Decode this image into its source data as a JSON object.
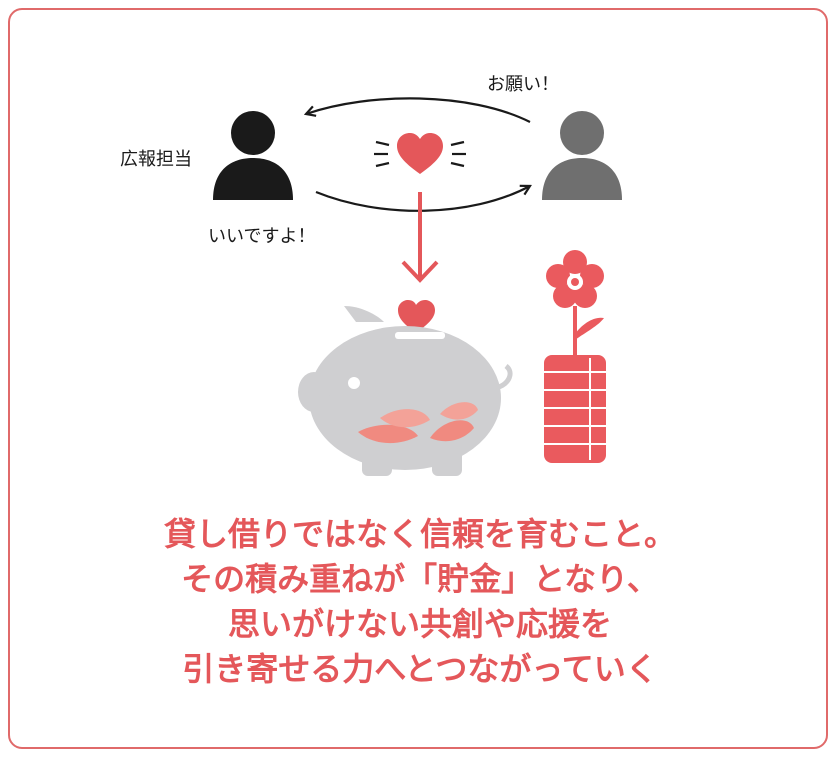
{
  "labels": {
    "speaker_left": "広報担当",
    "request_bubble": "お願い！",
    "reply_bubble": "いいですよ！"
  },
  "caption": {
    "line1": "貸し借りではなく信頼を育むこと。",
    "line2": "その積み重ねが「貯金」となり、",
    "line3": "思いがけない共創や応援を",
    "line4": "引き寄せる力へとつながっていく"
  },
  "colors": {
    "frame": "#e06a6a",
    "accent_red": "#e4575a",
    "person_dark": "#1a1a1a",
    "person_gray": "#6f6f6f",
    "pig_gray": "#cfcfd1",
    "coin_red": "#ea5a5e"
  },
  "icons": [
    "person-icon",
    "heart-icon",
    "piggy-bank-icon",
    "flower-icon",
    "coin-stack-icon",
    "arrow-icon"
  ]
}
